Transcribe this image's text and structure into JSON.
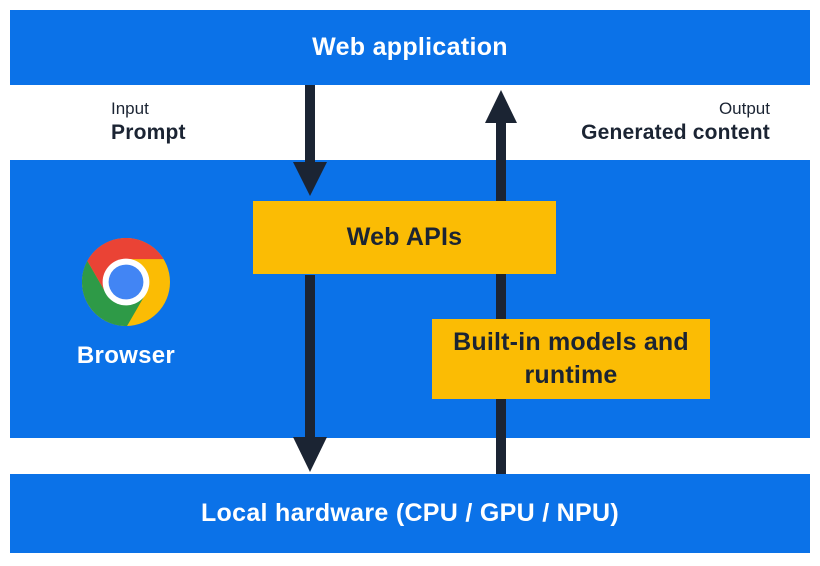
{
  "colors": {
    "background": "#ffffff",
    "panel_blue": "#0b72e8",
    "box_yellow": "#fbbc04",
    "arrow_and_text_navy": "#1b2433",
    "bar_text_white": "#ffffff",
    "chrome_red": "#ea4335",
    "chrome_green": "#2e9a47",
    "chrome_yellow": "#fbbc04",
    "chrome_blue": "#4285f4"
  },
  "top_bar": {
    "label": "Web application"
  },
  "input_label": {
    "title": "Input",
    "value": "Prompt"
  },
  "output_label": {
    "title": "Output",
    "value": "Generated content"
  },
  "browser": {
    "label": "Browser",
    "icon": "chrome-browser-icon"
  },
  "web_apis_box": {
    "label": "Web APIs"
  },
  "builtin_box": {
    "label": "Built-in models and runtime"
  },
  "bottom_bar": {
    "label": "Local hardware (CPU / GPU / NPU)"
  }
}
